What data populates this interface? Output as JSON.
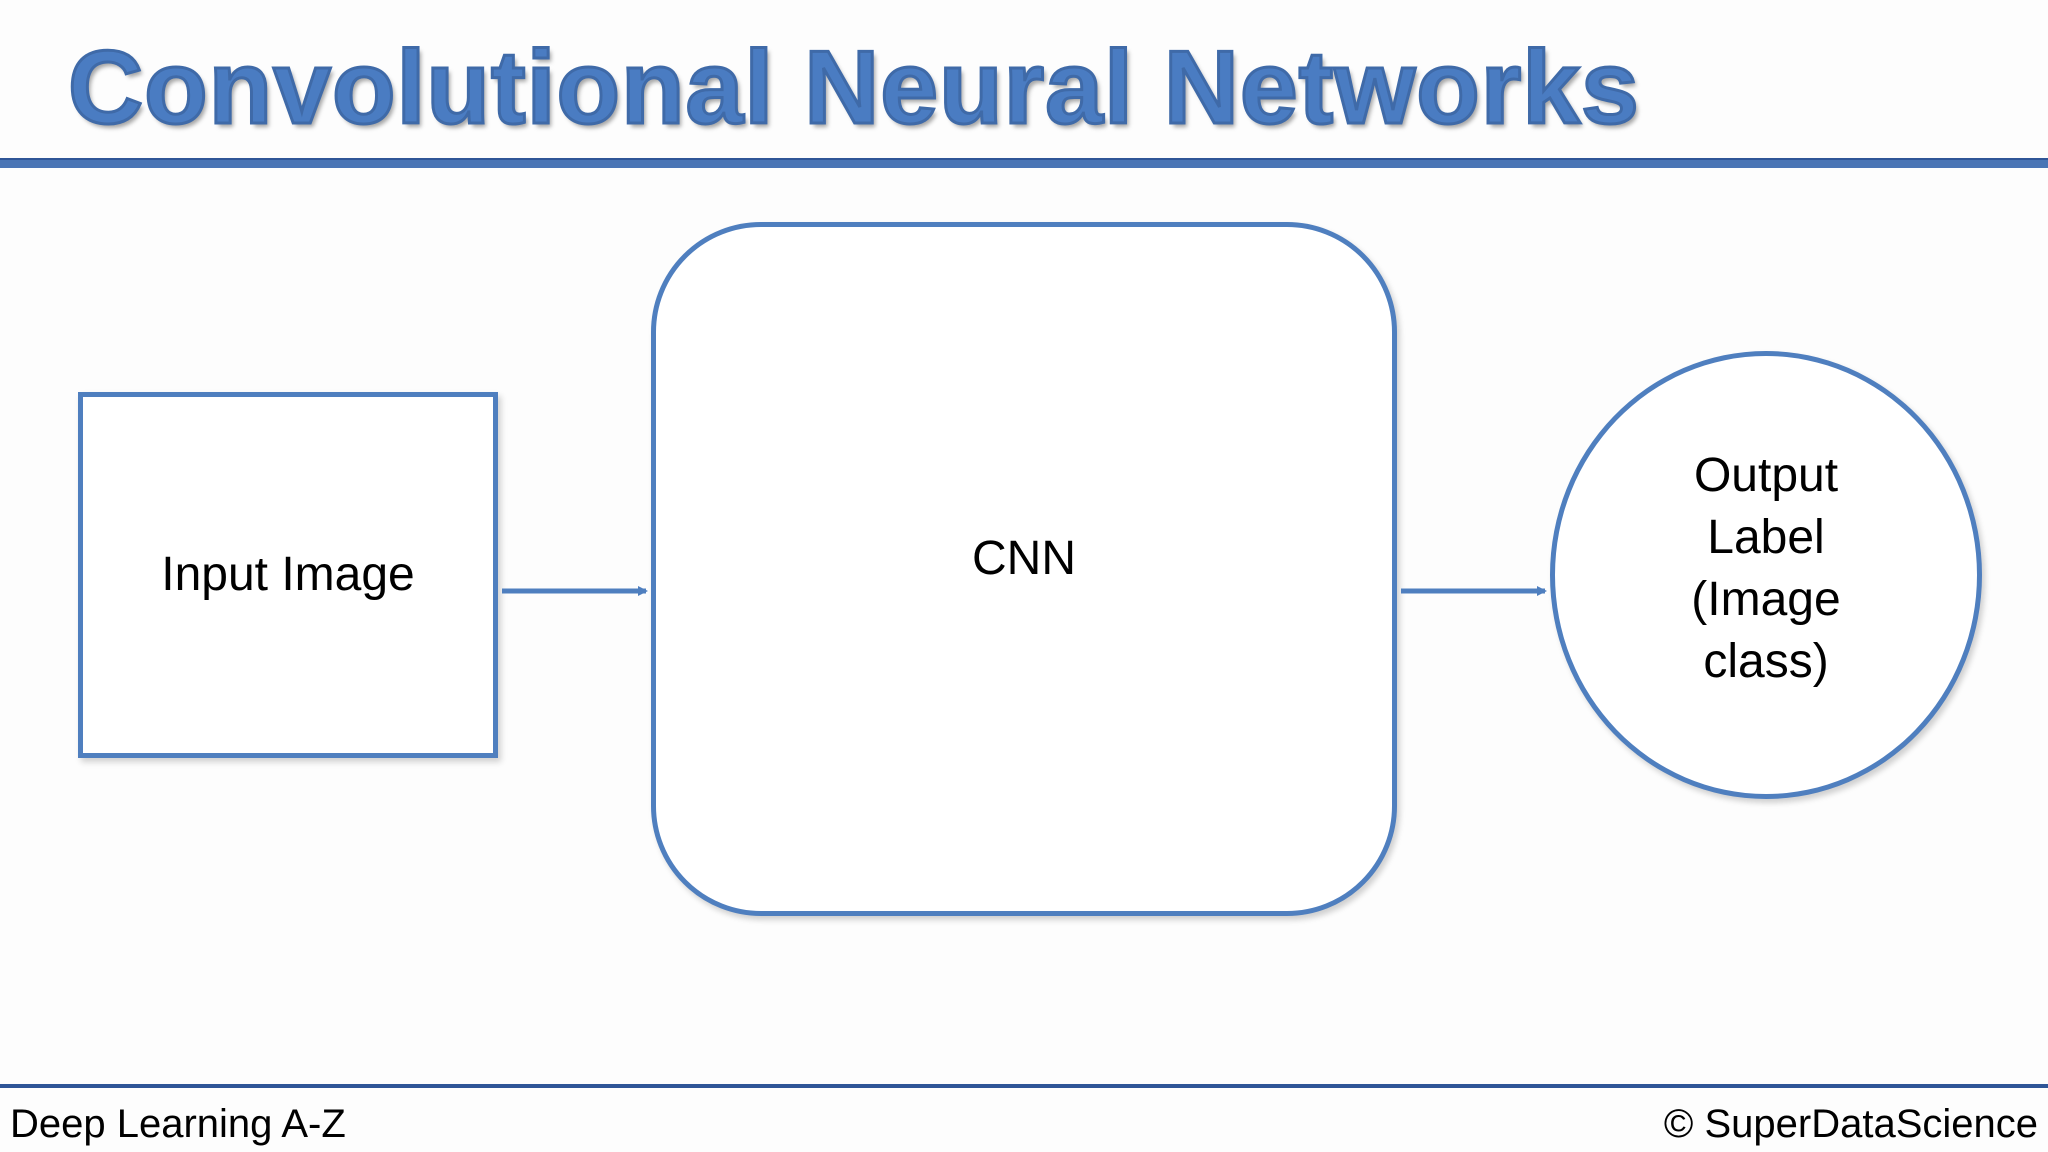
{
  "title": "Convolutional Neural Networks",
  "diagram": {
    "nodes": [
      {
        "id": "input",
        "label": "Input Image",
        "shape": "rectangle"
      },
      {
        "id": "cnn",
        "label": "CNN",
        "shape": "rounded-rectangle"
      },
      {
        "id": "output",
        "label_lines": [
          "Output",
          "Label",
          "(Image",
          "class)"
        ],
        "shape": "circle"
      }
    ],
    "edges": [
      {
        "from": "input",
        "to": "cnn"
      },
      {
        "from": "cnn",
        "to": "output"
      }
    ]
  },
  "footer": {
    "left": "Deep Learning A-Z",
    "right": "© SuperDataScience"
  },
  "colors": {
    "title": "#4a7cc2",
    "outline": "#4f7fbf",
    "rule": "#2f5597"
  }
}
